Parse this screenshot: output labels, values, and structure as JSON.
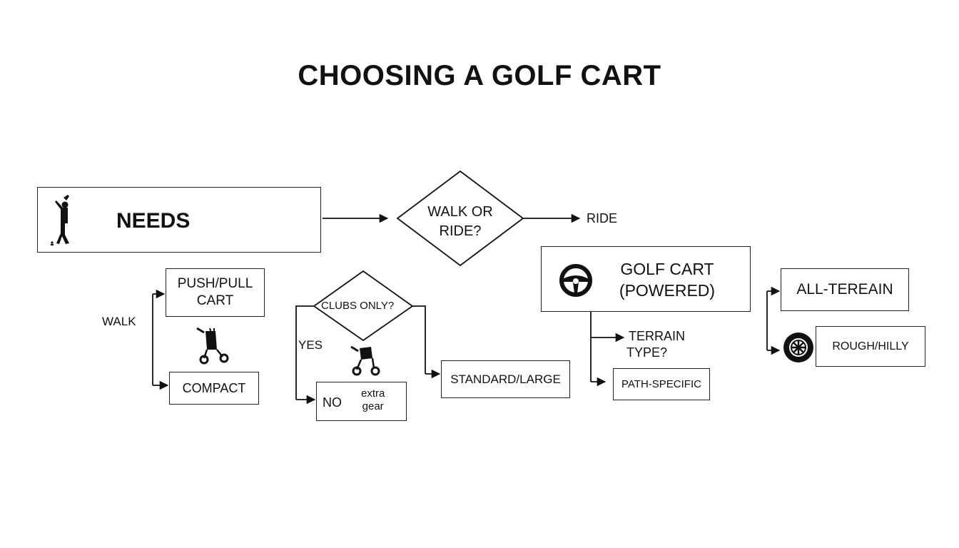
{
  "title": "CHOOSING A GOLF CART",
  "nodes": {
    "needs": "NEEDS",
    "walk_or_ride": [
      "WALK OR",
      "RIDE?"
    ],
    "ride": "RIDE",
    "walk": "WALK",
    "push_pull": [
      "PUSH/PULL",
      "CART"
    ],
    "compact": "COMPACT",
    "clubs_only": "CLUBS ONLY?",
    "yes": "YES",
    "no": "NO",
    "extra_gear": [
      "extra",
      "gear"
    ],
    "standard_large": "STANDARD/LARGE",
    "golf_cart_powered": [
      "GOLF CART",
      "(POWERED)"
    ],
    "terrain_type": [
      "TERRAIN",
      "TYPE?"
    ],
    "path_specific": "PATH-SPECIFIC",
    "all_terrain": "ALL-TEREAIN",
    "rough_hilly": "ROUGH/HILLY"
  },
  "icons": [
    "golfer-icon",
    "push-cart-icon",
    "push-cart-small-icon",
    "steering-wheel-icon",
    "tire-icon"
  ]
}
